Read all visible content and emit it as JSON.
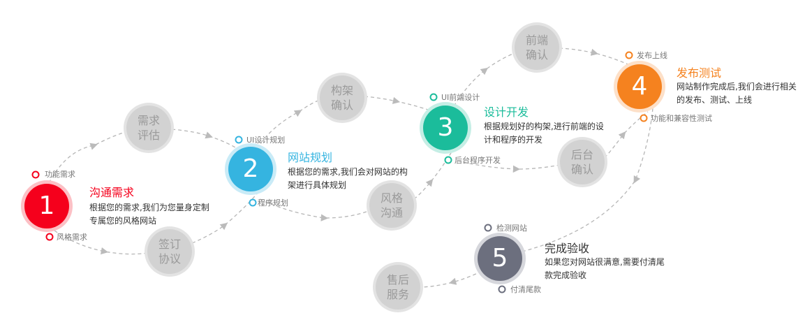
{
  "steps": [
    {
      "number": "1",
      "title": "沟通需求",
      "desc": "根据您的需求,我们为您量身定制专属您的风格网站",
      "color": "#f5001c",
      "halo": "#fcc0c5"
    },
    {
      "number": "2",
      "title": "网站规划",
      "desc": "根据您的需求,我们会对网站的构架进行具体规划",
      "color": "#35b4e0",
      "halo": "#c9ebf7"
    },
    {
      "number": "3",
      "title": "设计开发",
      "desc": "根据规划好的构架,进行前端的设计和程序的开发",
      "color": "#1bbc9b",
      "halo": "#c5eee5"
    },
    {
      "number": "4",
      "title": "发布测试",
      "desc": "网站制作完成后,我们会进行相关的发布、测试、上线",
      "color": "#f5821f",
      "halo": "#fde0c8"
    },
    {
      "number": "5",
      "title": "完成验收",
      "desc": "如果您对网站很满意,需要付清尾款完成验收",
      "color": "#6c6f7e",
      "halo": "#d6d7dc",
      "title_color": "#333333"
    }
  ],
  "nodes": [
    {
      "l1": "需求",
      "l2": "评估"
    },
    {
      "l1": "签订",
      "l2": "协议"
    },
    {
      "l1": "构架",
      "l2": "确认"
    },
    {
      "l1": "风格",
      "l2": "沟通"
    },
    {
      "l1": "前端",
      "l2": "确认"
    },
    {
      "l1": "后台",
      "l2": "确认"
    },
    {
      "l1": "售后",
      "l2": "服务"
    }
  ],
  "labels": [
    "功能需求",
    "风格需求",
    "UI设计规划",
    "程序规划",
    "UI前端设计",
    "后台程序开发",
    "发布上线",
    "功能和兼容性测试",
    "检测网站",
    "付清尾款"
  ]
}
